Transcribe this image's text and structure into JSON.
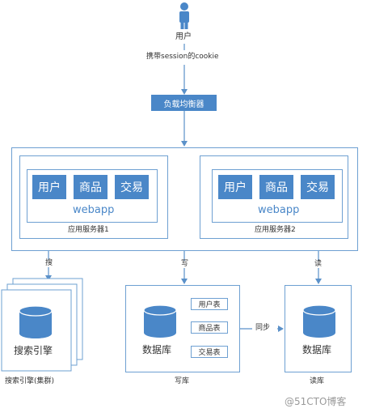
{
  "user": {
    "label": "用户",
    "icon": "person-icon"
  },
  "cookie_note": "携带session的cookie",
  "load_balancer": "负载均衡器",
  "servers": [
    {
      "modules": [
        "用户",
        "商品",
        "交易"
      ],
      "app": "webapp",
      "name": "应用服务器1"
    },
    {
      "modules": [
        "用户",
        "商品",
        "交易"
      ],
      "app": "webapp",
      "name": "应用服务器2"
    }
  ],
  "edges": {
    "search": "搜",
    "write": "写",
    "read": "读",
    "sync": "同步"
  },
  "search_engine": {
    "title": "搜索引擎",
    "caption": "搜索引擎(集群)"
  },
  "write_db": {
    "title": "数据库",
    "tables": [
      "用户表",
      "商品表",
      "交易表"
    ],
    "caption": "写库"
  },
  "read_db": {
    "title": "数据库",
    "caption": "读库"
  },
  "watermark": "@51CTO博客",
  "colors": {
    "accent": "#4a87c8",
    "line": "#6ea0d2",
    "lb_fill": "#4a87c8"
  }
}
